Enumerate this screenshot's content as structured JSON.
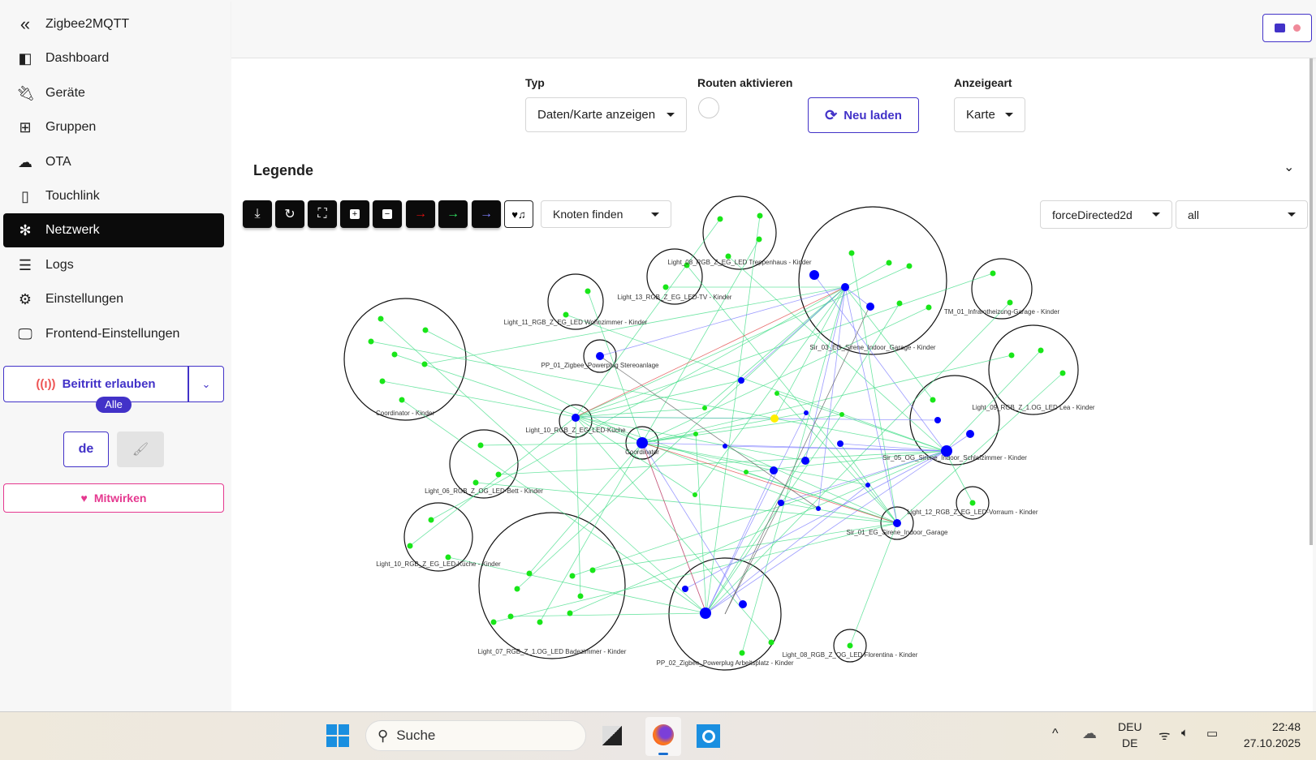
{
  "sidebar": {
    "title": "Zigbee2MQTT",
    "items": [
      {
        "label": "Dashboard",
        "icon": "dashboard-icon"
      },
      {
        "label": "Geräte",
        "icon": "plug-icon"
      },
      {
        "label": "Gruppen",
        "icon": "grid-icon"
      },
      {
        "label": "OTA",
        "icon": "cloud-upload-icon"
      },
      {
        "label": "Touchlink",
        "icon": "touchlink-icon"
      },
      {
        "label": "Netzwerk",
        "icon": "network-icon",
        "active": true
      },
      {
        "label": "Logs",
        "icon": "list-icon"
      },
      {
        "label": "Einstellungen",
        "icon": "gears-icon"
      },
      {
        "label": "Frontend-Einstellungen",
        "icon": "monitor-icon"
      }
    ],
    "permit_join": "Beitritt erlauben",
    "permit_badge": "Alle",
    "language": "de",
    "contribute": "Mitwirken"
  },
  "controls": {
    "typ_label": "Typ",
    "typ_value": "Daten/Karte anzeigen",
    "routes_label": "Routen aktivieren",
    "routes_enabled": false,
    "reload": "Neu laden",
    "display_label": "Anzeigeart",
    "display_value": "Karte"
  },
  "legend": {
    "title": "Legende"
  },
  "toolbar": {
    "find_node": "Knoten finden",
    "layout": "forceDirected2d",
    "filter": "all"
  },
  "colors": {
    "accent": "#4232c8",
    "pink": "#e5388f",
    "router": "#0000ff",
    "enddevice": "#00ee00",
    "coordinator": "#ffee00"
  },
  "graph": {
    "clusters": [
      "Coordinator - Kinder",
      "Light_11_RGB_Z_EG_LED Wohnzimmer - Kinder",
      "Light_13_RGB_Z_EG_LED-TV - Kinder",
      "Light_08_RGB_Z_EG_LED Treppenhaus - Kinder",
      "Sir_03_EG_Sirene_Indoor_Garage - Kinder",
      "TM_01_Infrarotheizung-Garage - Kinder",
      "Light_09_RGB_Z_1.OG_LED Lea - Kinder",
      "Sir_05_OG_Sirene_Indoor_Schlafzimmer - Kinder",
      "Light_12_RGB_Z_EG_LED-Vorraum - Kinder",
      "Sir_01_EG_Sirene_Indoor_Garage",
      "PP_01_Zigbee_Powerplug Stereoanlage",
      "Light_10_RGB_Z_EG_LED-Küche",
      "Coordinator",
      "Light_06_RGB_Z_OG_LED-Bett - Kinder",
      "Light_10_RGB_Z_EG_LED-Küche - Kinder",
      "Light_07_RGB_Z_1.OG_LED Badezimmer - Kinder",
      "PP_02_Zigbee_Powerplug Arbeitsplatz - Kinder",
      "Light_08_RGB_Z_OG_LED Florentina - Kinder"
    ]
  },
  "taskbar": {
    "search": "Suche",
    "lang1": "DEU",
    "lang2": "DE",
    "time": "22:48",
    "date": "27.10.2025"
  }
}
